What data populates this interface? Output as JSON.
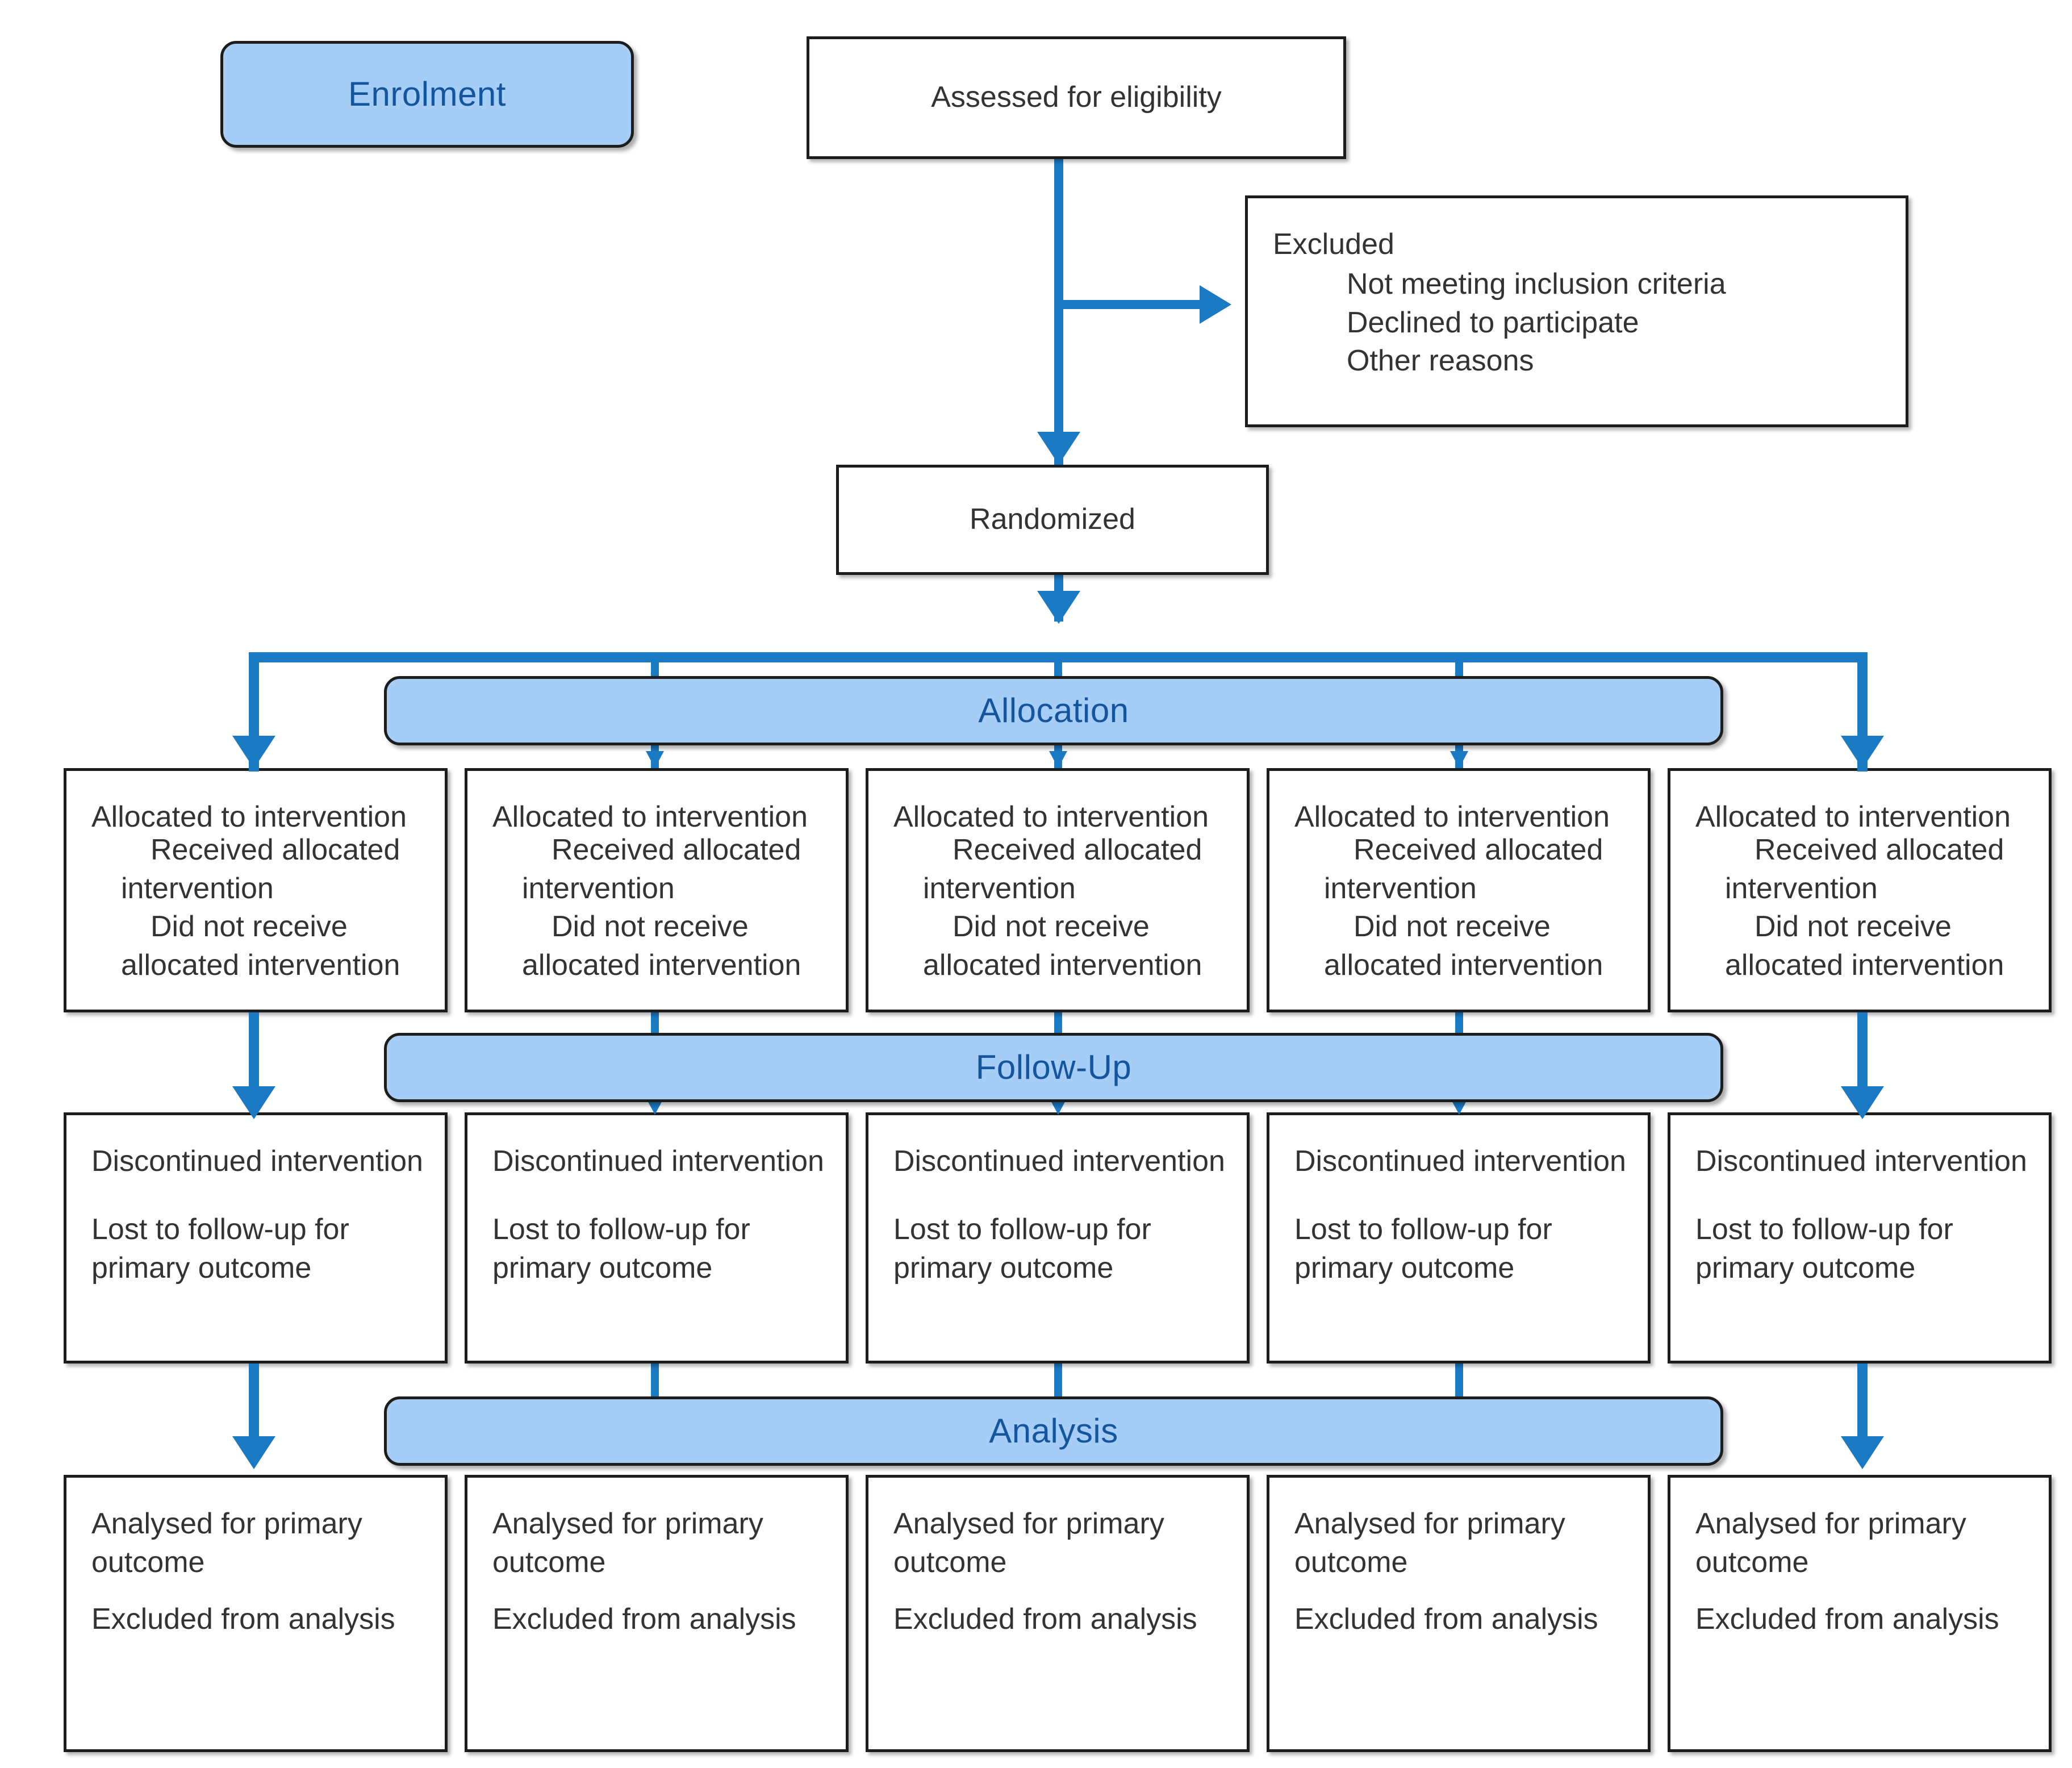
{
  "diagram": {
    "type": "consort-flow-diagram",
    "title": "CONSORT participant flow diagram",
    "arms": 5,
    "colors": {
      "banner_fill": "#a6cdf5",
      "banner_text": "#1455a0",
      "arrow": "#1b7ac4",
      "box_border": "#1d1d1d",
      "box_fill": "#ffffff",
      "box_text": "#333333"
    }
  },
  "stages": {
    "enrolment_label": "Enrolment",
    "allocation_label": "Allocation",
    "followup_label": "Follow-Up",
    "analysis_label": "Analysis"
  },
  "enrolment": {
    "assessed": "Assessed for eligibility",
    "excluded_heading": "Excluded",
    "excluded_reasons": [
      "Not meeting inclusion criteria",
      "Declined to participate",
      "Other reasons"
    ],
    "randomized": "Randomized"
  },
  "allocation_boxes": [
    {
      "heading": "Allocated to intervention",
      "lines": [
        "Received allocated intervention",
        "Did not receive allocated intervention"
      ]
    },
    {
      "heading": "Allocated to intervention",
      "lines": [
        "Received allocated intervention",
        "Did not receive allocated intervention"
      ]
    },
    {
      "heading": "Allocated to intervention",
      "lines": [
        "Received allocated intervention",
        "Did not receive allocated intervention"
      ]
    },
    {
      "heading": "Allocated to intervention",
      "lines": [
        "Received allocated intervention",
        "Did not receive allocated intervention"
      ]
    },
    {
      "heading": "Allocated to intervention",
      "lines": [
        "Received allocated intervention",
        "Did not receive allocated intervention"
      ]
    }
  ],
  "followup_boxes": [
    {
      "line1": "Discontinued intervention",
      "line2": "Lost to follow-up for primary outcome"
    },
    {
      "line1": "Discontinued intervention",
      "line2": "Lost to follow-up for primary outcome"
    },
    {
      "line1": "Discontinued intervention",
      "line2": "Lost to follow-up for primary outcome"
    },
    {
      "line1": "Discontinued intervention",
      "line2": "Lost to follow-up for primary outcome"
    },
    {
      "line1": "Discontinued intervention",
      "line2": "Lost to follow-up for primary outcome"
    }
  ],
  "analysis_boxes": [
    {
      "line1": "Analysed for primary outcome",
      "line2": "Excluded from analysis"
    },
    {
      "line1": "Analysed for primary outcome",
      "line2": "Excluded from analysis"
    },
    {
      "line1": "Analysed for primary outcome",
      "line2": "Excluded from analysis"
    },
    {
      "line1": "Analysed for primary outcome",
      "line2": "Excluded from analysis"
    },
    {
      "line1": "Analysed for primary outcome",
      "line2": "Excluded from analysis"
    }
  ]
}
